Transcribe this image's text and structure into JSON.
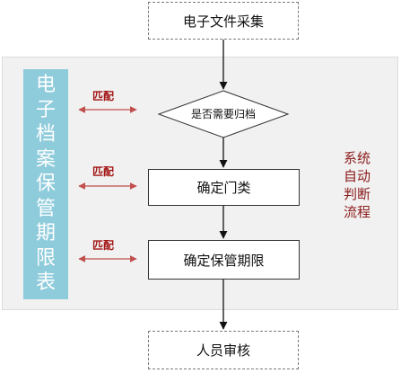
{
  "flow": {
    "top_box": "电子文件采集",
    "decision": "是否需要归档",
    "step1": "确定门类",
    "step2": "确定保管期限",
    "bottom_box": "人员审核"
  },
  "sidebar": {
    "chars": [
      "电",
      "子",
      "档",
      "案",
      "保",
      "管",
      "期",
      "限",
      "表"
    ]
  },
  "match_labels": [
    "匹配",
    "匹配",
    "匹配"
  ],
  "side_note": {
    "chars": [
      "系统",
      "自动",
      "判断",
      "流程"
    ]
  },
  "colors": {
    "sidebar": "#8ecbdb",
    "match_text": "#a31313",
    "arrow_red": "#c0504d",
    "note_text": "#8b1a1a"
  }
}
